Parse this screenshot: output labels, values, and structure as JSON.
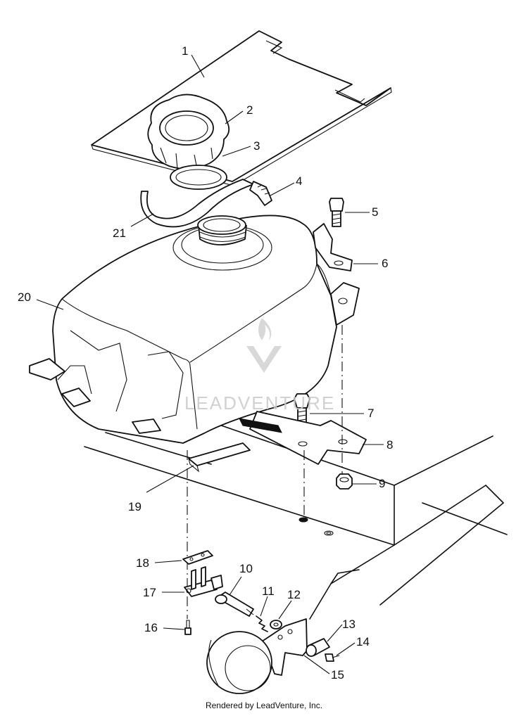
{
  "callouts": {
    "c1": "1",
    "c2": "2",
    "c3": "3",
    "c4": "4",
    "c5": "5",
    "c6": "6",
    "c7": "7",
    "c8": "8",
    "c9": "9",
    "c10": "10",
    "c11": "11",
    "c12": "12",
    "c13": "13",
    "c14": "14",
    "c15": "15",
    "c16": "16",
    "c17": "17",
    "c18": "18",
    "c19": "19",
    "c20": "20",
    "c21": "21"
  },
  "watermark": {
    "text": "LEADVENTURE"
  },
  "footer": {
    "credit": "Rendered by LeadVenture, Inc."
  }
}
